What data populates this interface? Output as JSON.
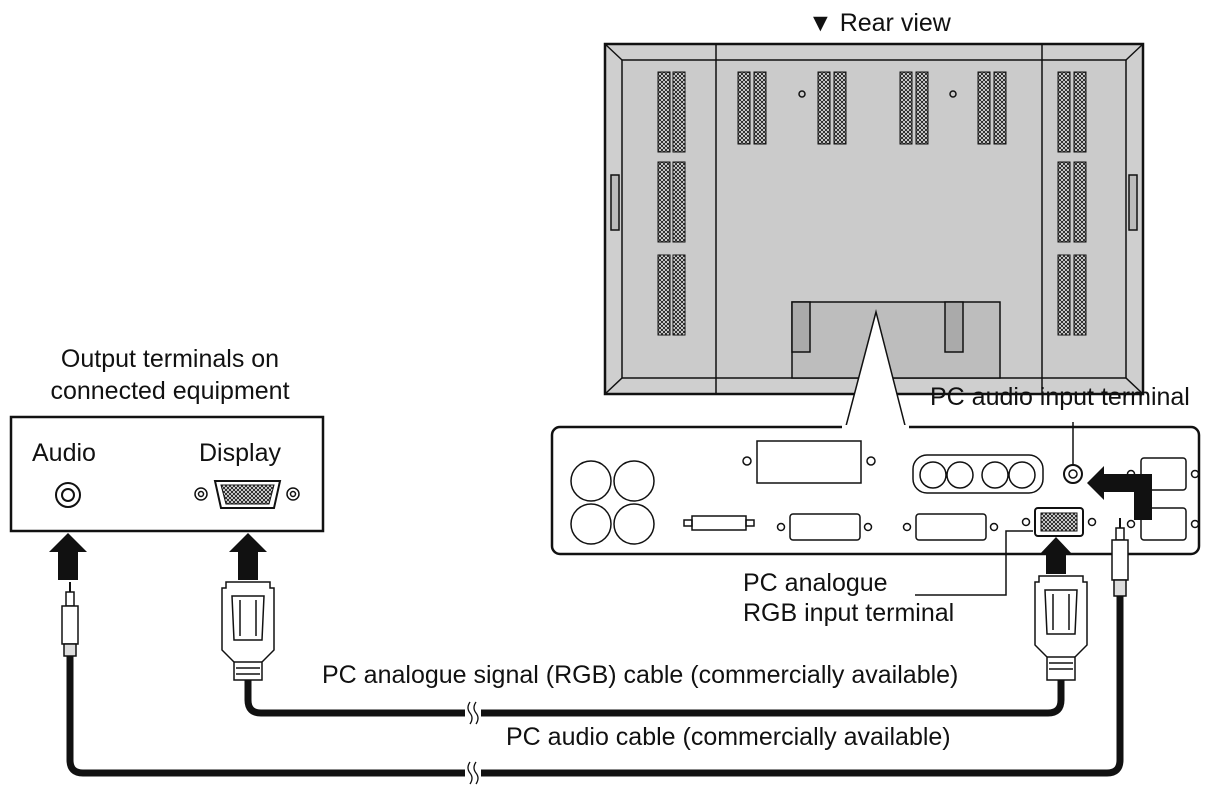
{
  "rear_view_label": "▼ Rear view",
  "output_terminals": {
    "title_line1": "Output terminals on",
    "title_line2": "connected equipment",
    "audio_label": "Audio",
    "display_label": "Display"
  },
  "callouts": {
    "pc_audio_input": "PC audio input terminal",
    "pc_analogue_line1": "PC analogue",
    "pc_analogue_line2": "RGB input terminal"
  },
  "cables": {
    "rgb_cable": "PC analogue signal (RGB) cable (commercially available)",
    "audio_cable": "PC audio cable (commercially available)"
  }
}
